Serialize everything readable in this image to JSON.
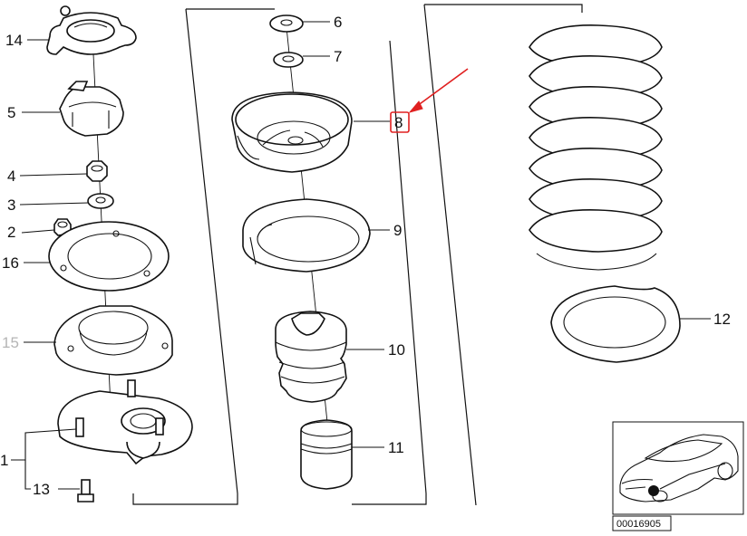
{
  "diagram": {
    "labels": [
      {
        "id": "14",
        "text": "14"
      },
      {
        "id": "5",
        "text": "5"
      },
      {
        "id": "4",
        "text": "4"
      },
      {
        "id": "3",
        "text": "3"
      },
      {
        "id": "2",
        "text": "2"
      },
      {
        "id": "16",
        "text": "16"
      },
      {
        "id": "15",
        "text": "15"
      },
      {
        "id": "1",
        "text": "1"
      },
      {
        "id": "13",
        "text": "13"
      },
      {
        "id": "6",
        "text": "6"
      },
      {
        "id": "7",
        "text": "7"
      },
      {
        "id": "8",
        "text": "8"
      },
      {
        "id": "9",
        "text": "9"
      },
      {
        "id": "10",
        "text": "10"
      },
      {
        "id": "11",
        "text": "11"
      },
      {
        "id": "12",
        "text": "12"
      }
    ],
    "highlighted_part": "8",
    "highlight_color": "#e02020",
    "inactive_label_color": "#b5b5b5",
    "diagram_code": "00016905"
  }
}
